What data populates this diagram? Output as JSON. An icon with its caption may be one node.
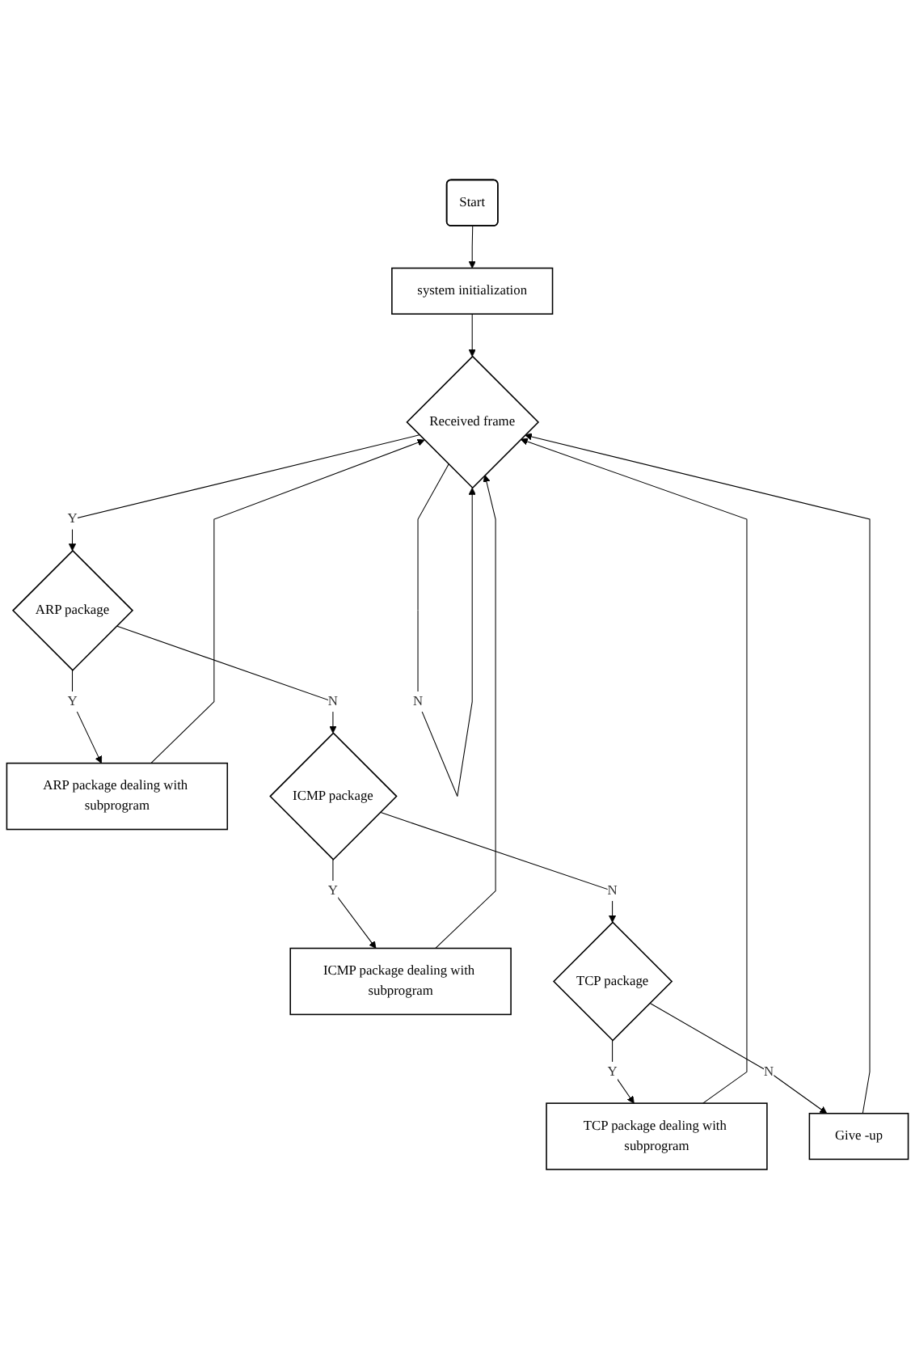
{
  "diagram": {
    "nodes": [
      {
        "text": [
          "Start"
        ]
      },
      {
        "text": [
          "system initialization"
        ]
      },
      {
        "text": [
          "Received frame"
        ]
      },
      {
        "text": [
          "ARP package"
        ]
      },
      {
        "text": [
          "ARP package dealing with subprogram"
        ]
      },
      {
        "text": [
          "ICMP package"
        ]
      },
      {
        "text": [
          "ICMP package dealing with subprogram"
        ]
      },
      {
        "text": [
          "TCP package"
        ]
      },
      {
        "text": [
          "TCP package dealing with subprogram"
        ]
      },
      {
        "text": [
          "Give -up"
        ]
      }
    ],
    "edges": [
      {
        "from": 0,
        "to": 1,
        "arrow": "to"
      },
      {
        "from": 1,
        "to": 2,
        "arrow": "to"
      },
      {
        "from": 2,
        "to": 2,
        "arrow": "to",
        "label": "N"
      },
      {
        "from": 2,
        "to": 3,
        "arrow": "to",
        "label": "Y"
      },
      {
        "from": 3,
        "to": 4,
        "arrow": "to",
        "label": "Y"
      },
      {
        "from": 3,
        "to": 5,
        "arrow": "to",
        "label": "N"
      },
      {
        "from": 4,
        "to": 2,
        "arrow": "to"
      },
      {
        "from": 5,
        "to": 6,
        "arrow": "to",
        "label": "Y"
      },
      {
        "from": 5,
        "to": 7,
        "arrow": "to",
        "label": "N"
      },
      {
        "from": 6,
        "to": 2,
        "arrow": "to"
      },
      {
        "from": 7,
        "to": 8,
        "arrow": "to",
        "label": "Y"
      },
      {
        "from": 7,
        "to": 9,
        "arrow": "to",
        "label": "N"
      },
      {
        "from": 8,
        "to": 2,
        "arrow": "to"
      },
      {
        "from": 9,
        "to": 2,
        "arrow": "to"
      }
    ]
  }
}
